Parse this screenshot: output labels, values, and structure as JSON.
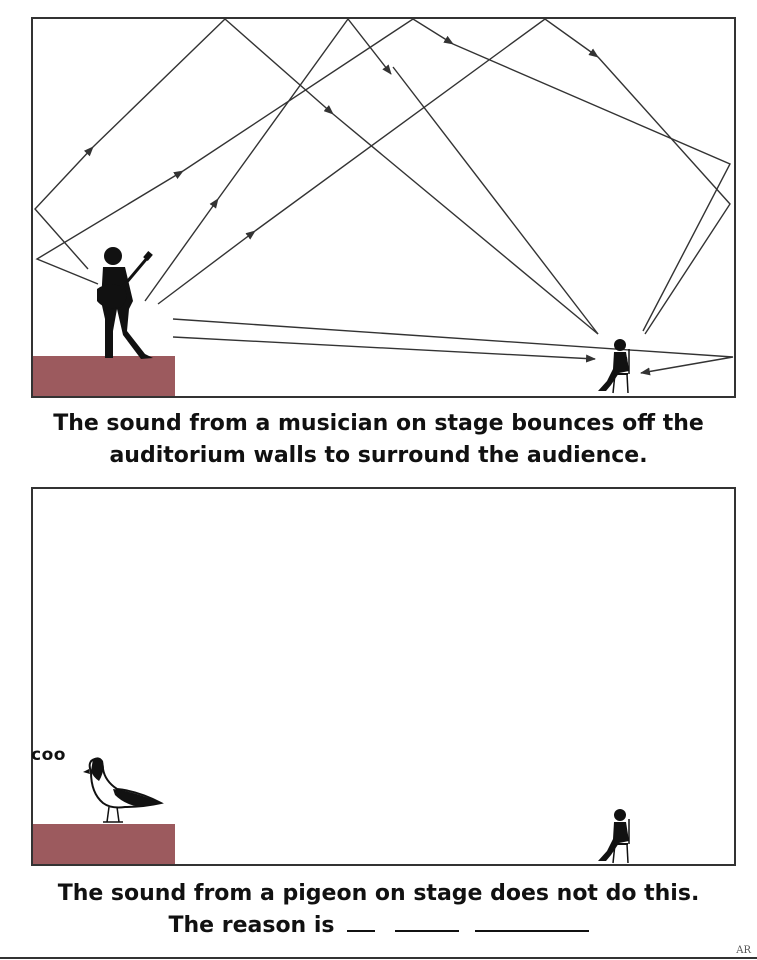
{
  "top_panel": {
    "caption_line1": "The sound from a musician on stage bounces off the",
    "caption_line2": "auditorium walls to surround the audience."
  },
  "bottom_panel": {
    "sound_text": "coo",
    "caption_line1": "The sound from a pigeon on stage does not do this.",
    "caption_line2": "The reason is"
  },
  "signature": "AR",
  "colors": {
    "stage": "#9c5a5e",
    "lines": "#333333",
    "silhouette": "#111111"
  },
  "icons": [
    "guitarist-silhouette",
    "seated-listener-silhouette",
    "pigeon-icon"
  ]
}
